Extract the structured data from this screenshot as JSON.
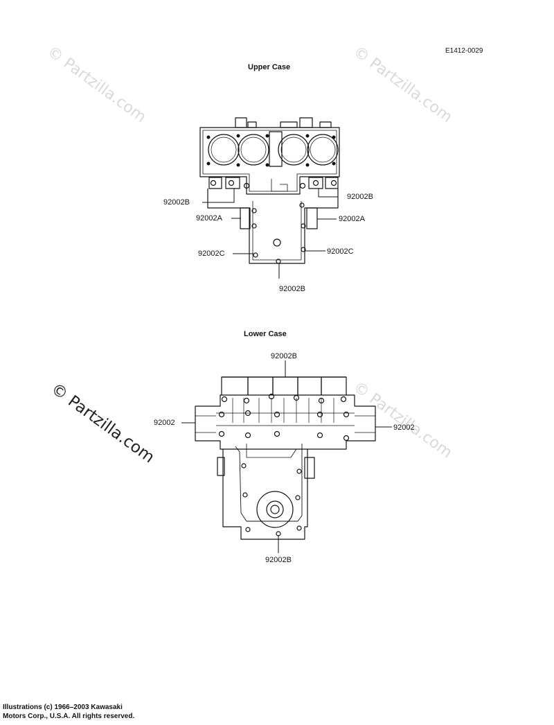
{
  "diagram_code": "E1412-0029",
  "upper": {
    "title": "Upper Case",
    "labels": {
      "left_top": "92002B",
      "right_top": "92002B",
      "left_a": "92002A",
      "right_a": "92002A",
      "left_c": "92002C",
      "right_c": "92002C",
      "bottom": "92002B"
    }
  },
  "lower": {
    "title": "Lower Case",
    "labels": {
      "top": "92002B",
      "left": "92002",
      "right": "92002",
      "bottom": "92002B"
    }
  },
  "watermark": "© Partzilla.com",
  "credit": {
    "line1": "Illustrations (c) 1966–2003 Kawasaki",
    "line2": "Motors Corp., U.S.A.  All rights reserved."
  },
  "colors": {
    "ink": "#111111",
    "watermark": "#d9d9d9"
  }
}
